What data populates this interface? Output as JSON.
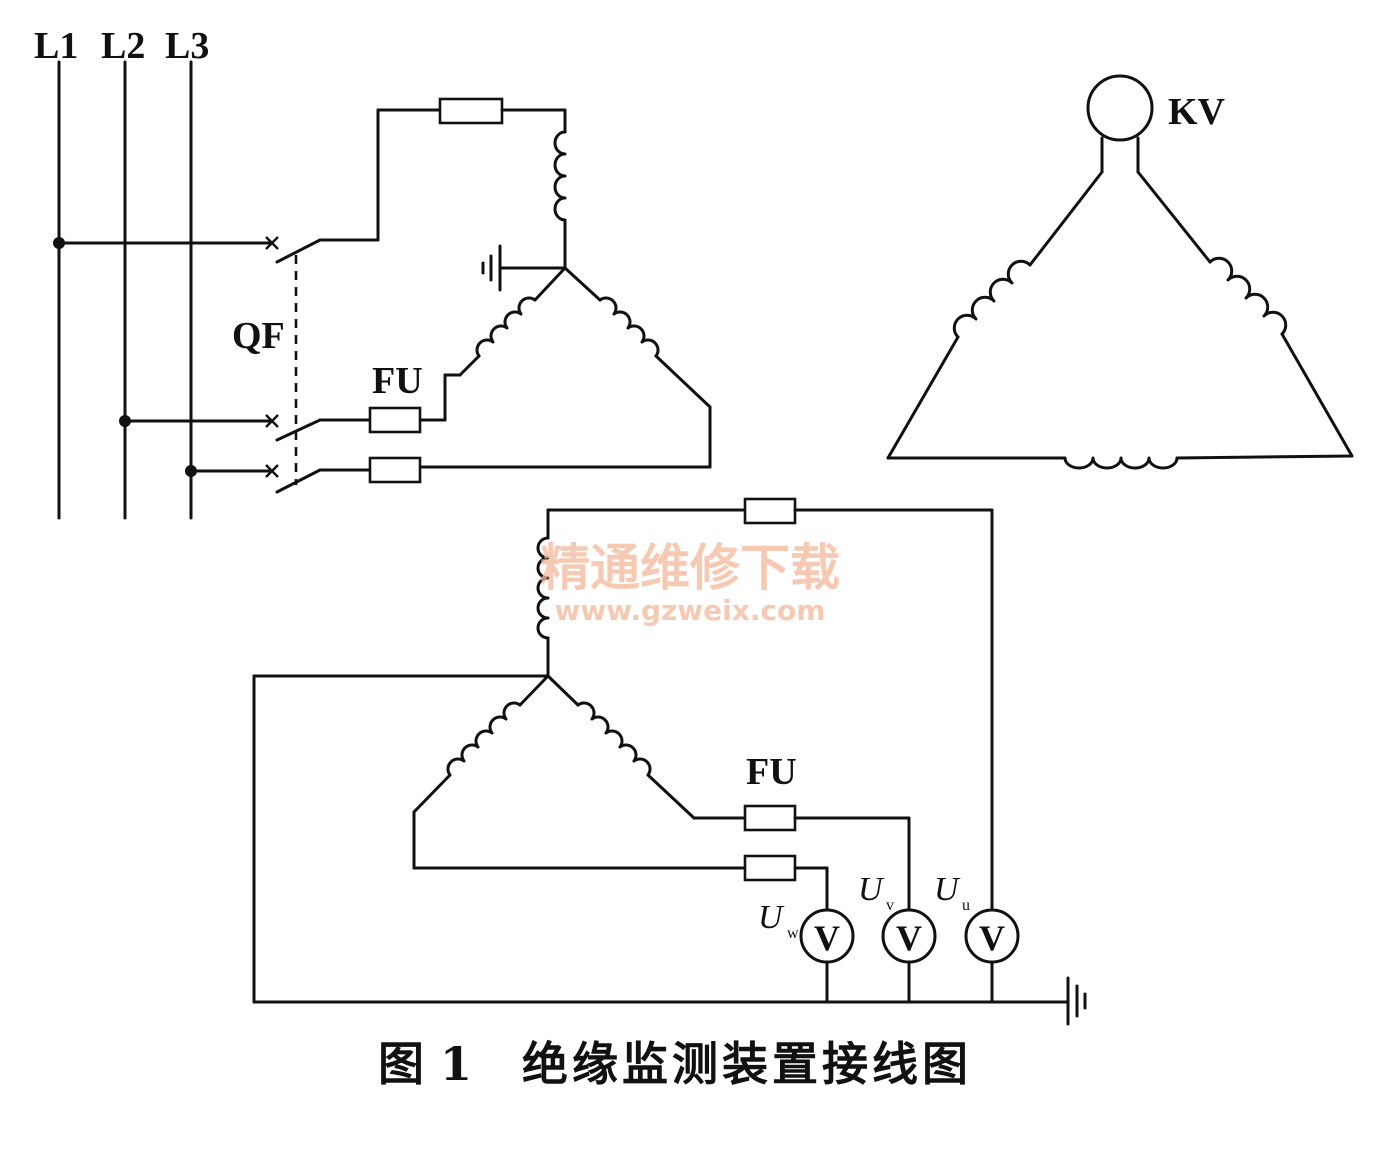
{
  "labels": {
    "l1": "L1",
    "l2": "L2",
    "l3": "L3",
    "qf": "QF",
    "fu_top": "FU",
    "fu_bottom": "FU",
    "kv": "KV"
  },
  "meters": [
    {
      "symbol": "V",
      "label": "U",
      "sub": "w"
    },
    {
      "symbol": "V",
      "label": "U",
      "sub": "v"
    },
    {
      "symbol": "V",
      "label": "U",
      "sub": "u"
    }
  ],
  "watermark": {
    "line1": "精通维修下载",
    "line2": "www.gzweix.com"
  },
  "caption": {
    "number": "图 1",
    "title": "绝缘监测装置接线图"
  }
}
